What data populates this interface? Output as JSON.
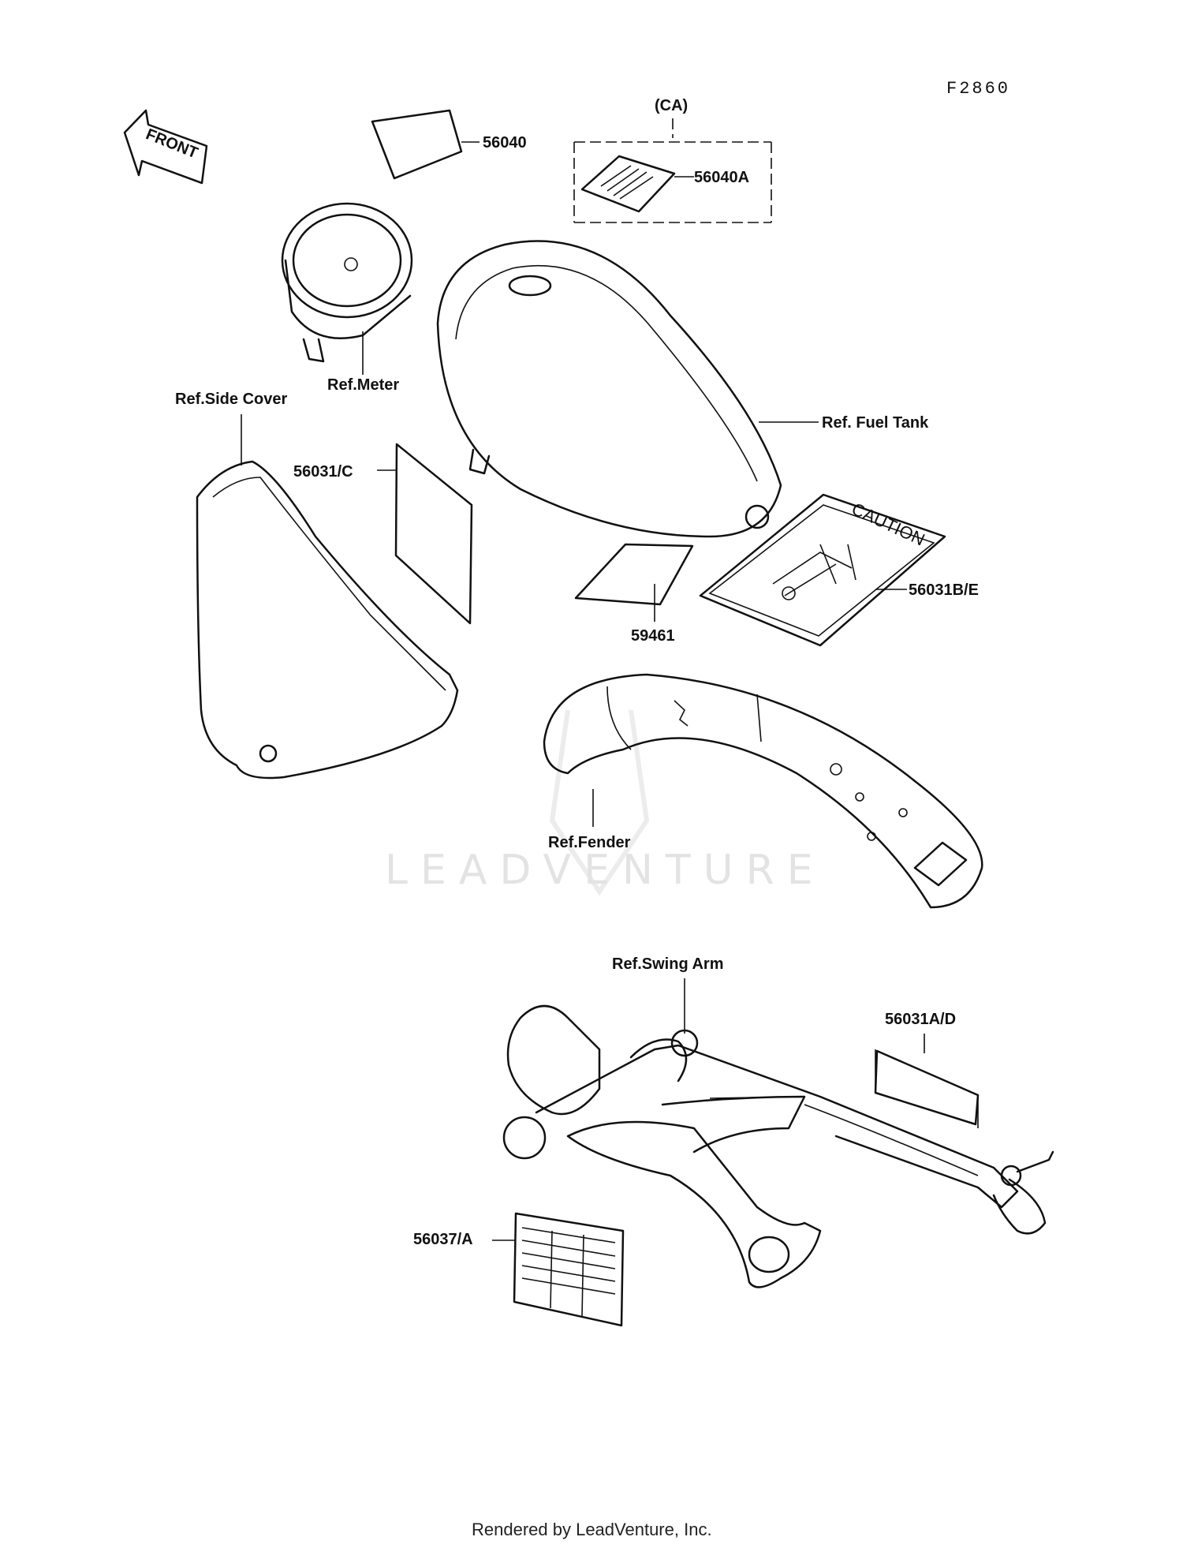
{
  "diagram_code": "F2860",
  "variant_label": "(CA)",
  "front_arrow_text": "FRONT",
  "caution_text": "CAUTION",
  "watermark": "LEADVENTURE",
  "footer": "Rendered by LeadVenture, Inc.",
  "callouts": {
    "p56040": "56040",
    "p56040A": "56040A",
    "ref_meter": "Ref.Meter",
    "ref_side_cover": "Ref.Side Cover",
    "p56031C": "56031/C",
    "ref_fuel_tank": "Ref. Fuel Tank",
    "p56031BE": "56031B/E",
    "p59461": "59461",
    "ref_fender": "Ref.Fender",
    "ref_swing_arm": "Ref.Swing Arm",
    "p56031AD": "56031A/D",
    "p56037A": "56037/A"
  },
  "colors": {
    "ink": "#111111",
    "watermark": "#e3e3e3"
  }
}
